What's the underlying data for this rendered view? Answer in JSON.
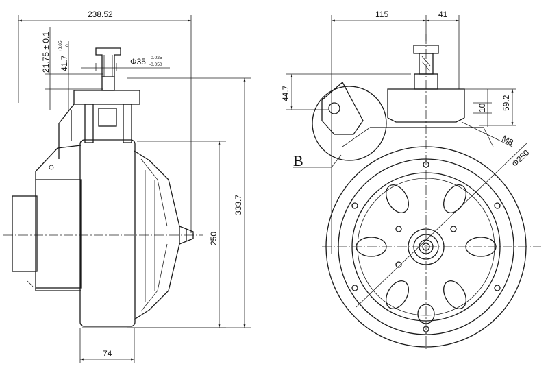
{
  "side_view": {
    "dim_width": "238.52",
    "dim_height_total": "333.7",
    "dim_height_250": "250",
    "dim_width_bottom": "74",
    "dim_shaft_offset": "21.75 ± 0.1",
    "dim_shaft_height_main": "41.7",
    "dim_shaft_height_tol_upper": "+0.05",
    "dim_shaft_height_tol_lower": "0",
    "dim_shaft_diameter_main": "Φ35",
    "dim_shaft_diameter_tol_upper": "-0.025",
    "dim_shaft_diameter_tol_lower": "-0.050"
  },
  "front_view": {
    "dim_top_left": "115",
    "dim_top_right": "41",
    "dim_left_vertical": "44.7",
    "dim_right_vertical": "59.2",
    "dim_small": "10",
    "thread_label": "M8",
    "diameter_label": "Φ250",
    "detail_label": "B"
  }
}
